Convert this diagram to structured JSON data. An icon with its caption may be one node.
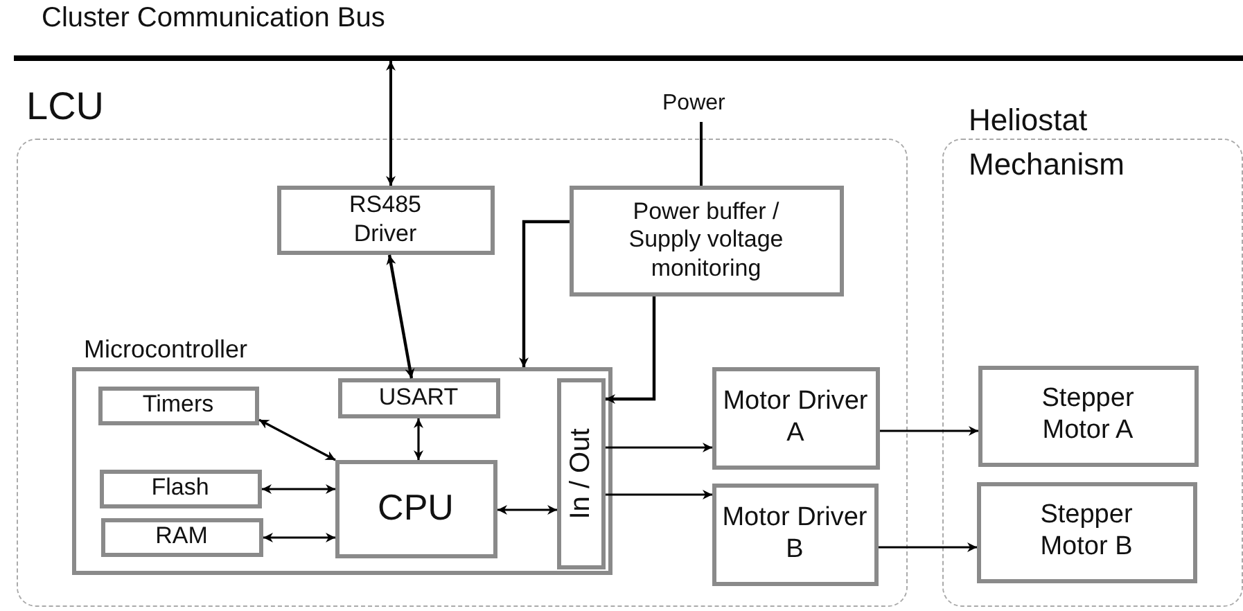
{
  "diagram": {
    "nodes": [
      {
        "text": [
          "Cluster Communication Bus"
        ]
      },
      {
        "text": [
          "LCU"
        ]
      },
      {
        "text": [
          "Heliostat Mechanism"
        ]
      },
      {
        "text": [
          "RS485 Driver"
        ],
        "in": 1
      },
      {
        "text": [
          "Power"
        ]
      },
      {
        "text": [
          "Power buffer / Supply voltage monitoring"
        ],
        "in": 1
      },
      {
        "text": [
          "Microcontroller"
        ],
        "in": 1
      },
      {
        "text": [
          "Timers"
        ],
        "in": 6
      },
      {
        "text": [
          "USART"
        ],
        "in": 6
      },
      {
        "text": [
          "Flash"
        ],
        "in": 6
      },
      {
        "text": [
          "RAM"
        ],
        "in": 6
      },
      {
        "text": [
          "CPU"
        ],
        "in": 6
      },
      {
        "text": [
          "In / Out"
        ],
        "in": 6
      },
      {
        "text": [
          "Motor Driver A"
        ],
        "in": 1
      },
      {
        "text": [
          "Motor Driver B"
        ],
        "in": 1
      },
      {
        "text": [
          "Stepper Motor A"
        ],
        "in": 2
      },
      {
        "text": [
          "Stepper Motor B"
        ],
        "in": 2
      }
    ],
    "edges": [
      {
        "from": 0,
        "to": 3,
        "arrow": "both"
      },
      {
        "from": 3,
        "to": 8,
        "arrow": "both"
      },
      {
        "from": 4,
        "to": 5,
        "arrow": "none"
      },
      {
        "from": 5,
        "to": 6,
        "arrow": "to"
      },
      {
        "from": 5,
        "to": 12,
        "arrow": "to"
      },
      {
        "from": 7,
        "to": 11,
        "arrow": "both"
      },
      {
        "from": 8,
        "to": 11,
        "arrow": "both"
      },
      {
        "from": 9,
        "to": 11,
        "arrow": "both"
      },
      {
        "from": 10,
        "to": 11,
        "arrow": "both"
      },
      {
        "from": 11,
        "to": 12,
        "arrow": "both"
      },
      {
        "from": 12,
        "to": 13,
        "arrow": "to"
      },
      {
        "from": 12,
        "to": 14,
        "arrow": "to"
      },
      {
        "from": 13,
        "to": 15,
        "arrow": "to"
      },
      {
        "from": 14,
        "to": 16,
        "arrow": "to"
      }
    ]
  }
}
